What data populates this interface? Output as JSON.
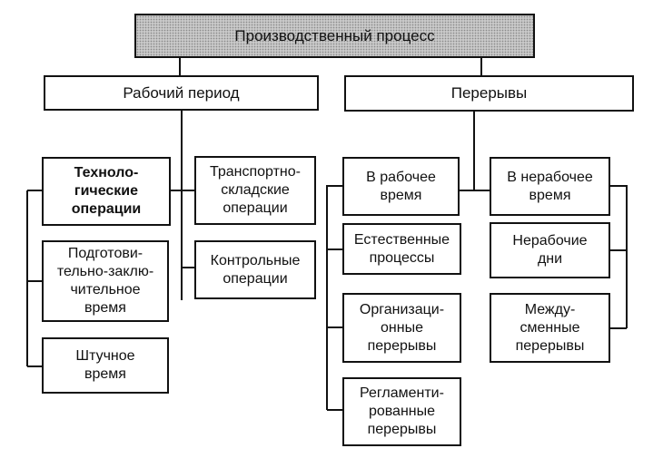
{
  "diagram": {
    "root": "Производственный процесс",
    "working_period": {
      "label": "Рабочий период",
      "items": [
        "Техноло-\nгические\nоперации",
        "Подготови-\nтельно-заклю-\nчительное\nвремя",
        "Штучное\nвремя",
        "Транспортно-\nскладские\nоперации",
        "Контрольные\nоперации"
      ]
    },
    "breaks": {
      "label": "Перерывы",
      "working_time": {
        "label": "В рабочее\nвремя",
        "items": [
          "Естественные\nпроцессы",
          "Организаци-\nонные\nперерывы",
          "Регламенти-\nрованные\nперерывы"
        ]
      },
      "non_working_time": {
        "label": "В нерабочее\nвремя",
        "items": [
          "Нерабочие\nдни",
          "Между-\nсменные\nперерывы"
        ]
      }
    }
  }
}
